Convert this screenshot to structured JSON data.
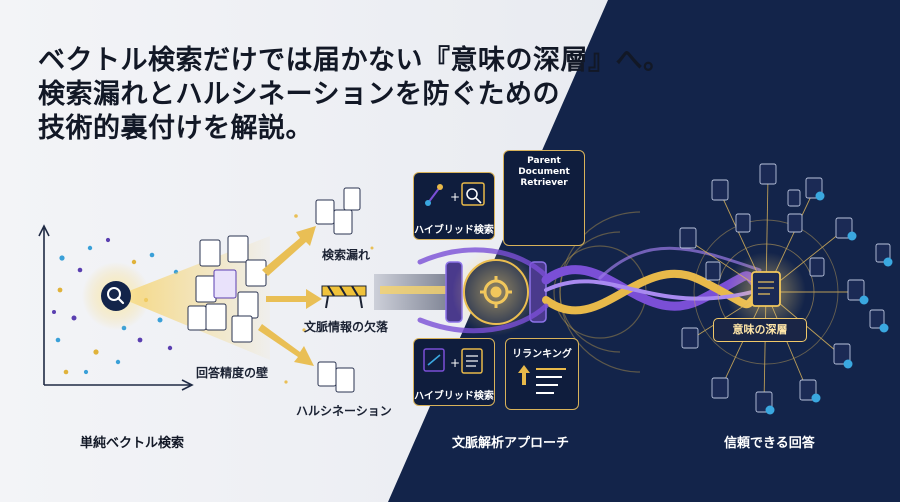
{
  "headline": {
    "line1": "ベクトル検索だけでは届かない『意味の深層』へ。",
    "line2": "検索漏れとハルシネーションを防ぐための",
    "line3": "技術的裏付けを解説。"
  },
  "left_panel": {
    "label_recall_miss": "検索漏れ",
    "label_context_loss": "文脈情報の欠落",
    "label_hallucination": "ハルシネーション",
    "label_precision_wall": "回答精度の壁",
    "section_title": "単純ベクトル検索"
  },
  "middle_panel": {
    "hybrid_top": "ハイブリッド検索",
    "parent_doc": "Parent Document Retriever",
    "hybrid_bottom": "ハイブリッド検索",
    "reranking": "リランキング",
    "section_title": "文脈解析アプローチ"
  },
  "right_panel": {
    "depth_label": "意味の深層",
    "section_title": "信頼できる回答"
  },
  "colors": {
    "navy": "#13244a",
    "gold": "#e8b94a",
    "purple": "#7a4fd6",
    "check": "#3aa8e0"
  }
}
